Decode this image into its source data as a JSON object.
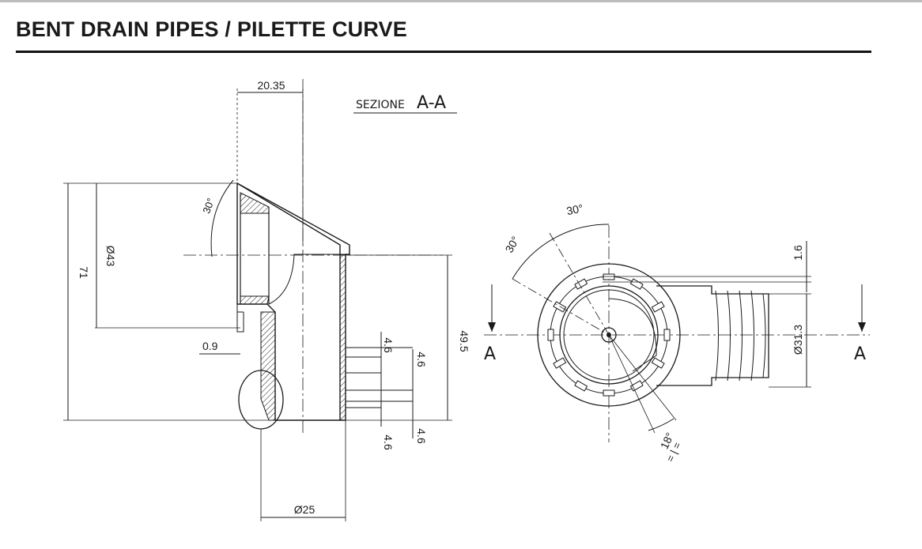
{
  "title": "BENT DRAIN PIPES / PILETTE CURVE",
  "section_label": {
    "word": "SEZIONE",
    "code": "A-A"
  },
  "section_marks": [
    "A",
    "A"
  ],
  "left_view": {
    "top_width": "20.35",
    "diameter_bowl": "Ø43",
    "total_height": "71",
    "flange_thickness": "0.9",
    "body_height": "49.5",
    "spacing_a": "4.6",
    "spacing_b": "4.6",
    "spacing_c": "4.6",
    "spacing_d": "4.6",
    "outlet_diameter": "Ø25",
    "chamfer": "30°"
  },
  "right_view": {
    "angle_1": "30°",
    "angle_2": "30°",
    "angle_3": "18°",
    "angle_3_note": "= | =",
    "rib": "1.6",
    "hose_diameter": "Ø31.3"
  }
}
